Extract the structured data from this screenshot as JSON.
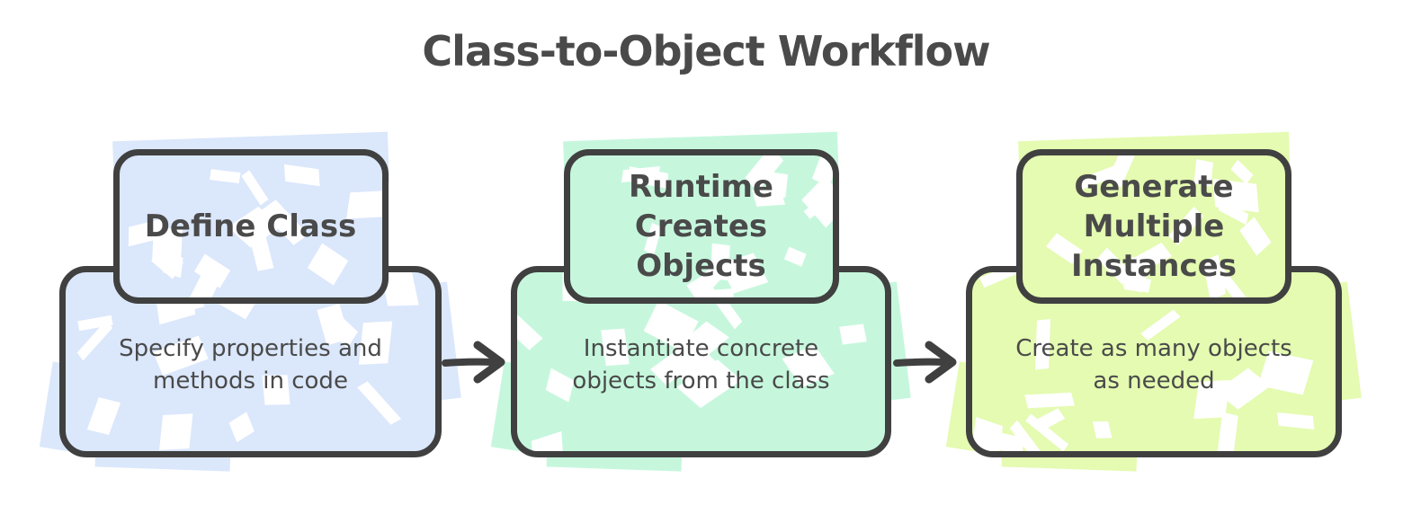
{
  "title": "Class-to-Object Workflow",
  "colors": {
    "border": "#404040",
    "text": "#4a4a4a",
    "arrow": "#404040",
    "background": "#ffffff"
  },
  "nodes": [
    {
      "id": "define-class",
      "label": "Define Class",
      "description": "Specify properties and methods in code",
      "fill": "#dbe7fb"
    },
    {
      "id": "runtime-creates-objects",
      "label": "Runtime Creates Objects",
      "description": "Instantiate concrete objects from the class",
      "fill": "#c6f7dd"
    },
    {
      "id": "generate-multiple-instances",
      "label": "Generate Multiple Instances",
      "description": "Create as many objects as needed",
      "fill": "#e4fbb1"
    }
  ],
  "connectors": [
    {
      "from": "define-class",
      "to": "runtime-creates-objects"
    },
    {
      "from": "runtime-creates-objects",
      "to": "generate-multiple-instances"
    }
  ]
}
